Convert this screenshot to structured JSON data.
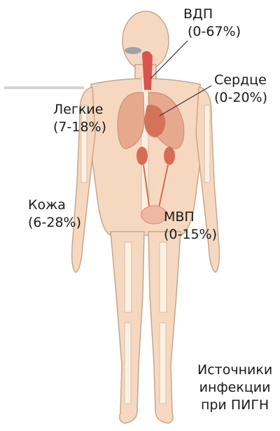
{
  "labels": {
    "upper_airway": {
      "name": "ВДП",
      "range": "(0-67%)"
    },
    "heart": {
      "name": "Сердце",
      "range": "(0-20%)"
    },
    "lungs": {
      "name": "Легкие",
      "range": "(7-18%)"
    },
    "skin": {
      "name": "Кожа",
      "range": "(6-28%)"
    },
    "urinary_tract": {
      "name": "МВП",
      "range": "(0-15%)"
    }
  },
  "caption": {
    "line1": "Источники",
    "line2": "инфекции",
    "line3": "при ПИГН"
  },
  "colors": {
    "body_fill": "#f6d8c0",
    "body_outline": "#c9a48a",
    "bone": "#fbf0e2",
    "organ_lungs": "#e7a98d",
    "organ_heart": "#d4735a",
    "organ_kidney": "#d96a55",
    "organ_bladder": "#f0b7a4",
    "airway": "#d9534f",
    "pointer_line": "#333333"
  }
}
